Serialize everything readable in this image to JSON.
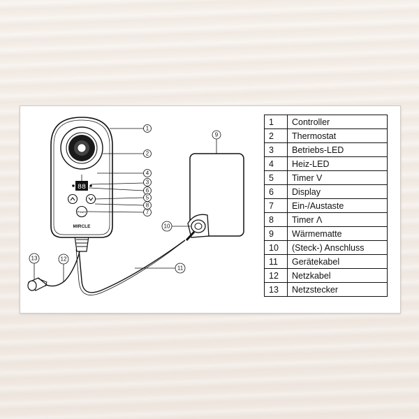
{
  "legend": [
    {
      "num": "1",
      "label": "Controller"
    },
    {
      "num": "2",
      "label": "Thermostat"
    },
    {
      "num": "3",
      "label": "Betriebs-LED"
    },
    {
      "num": "4",
      "label": "Heiz-LED"
    },
    {
      "num": "5",
      "label": "Timer V"
    },
    {
      "num": "6",
      "label": "Display"
    },
    {
      "num": "7",
      "label": "Ein-/Austaste"
    },
    {
      "num": "8",
      "label": "Timer Λ"
    },
    {
      "num": "9",
      "label": "Wärmematte"
    },
    {
      "num": "10",
      "label": "(Steck-) Anschluss"
    },
    {
      "num": "11",
      "label": "Gerätekabel"
    },
    {
      "num": "12",
      "label": "Netzkabel"
    },
    {
      "num": "13",
      "label": "Netzstecker"
    }
  ],
  "device": {
    "display_value": "88",
    "power_label": "Power",
    "brand_label": "MIRCLE"
  },
  "icons": {
    "up_arrow": "up-arrow-icon",
    "down_arrow": "down-arrow-icon"
  }
}
